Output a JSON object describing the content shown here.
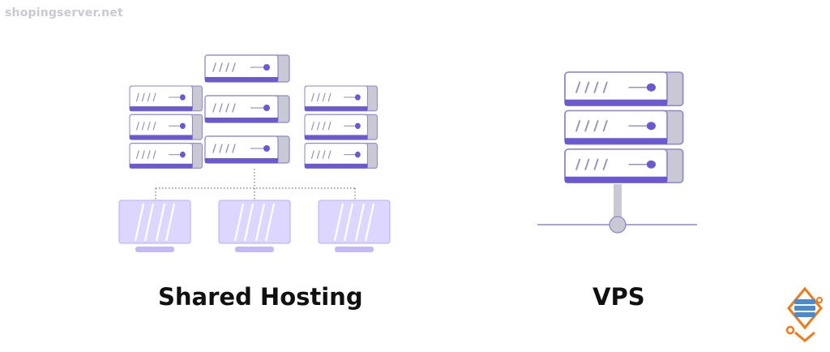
{
  "watermark": {
    "site": "shopingserver.net"
  },
  "sections": {
    "shared": {
      "label": "Shared Hosting"
    },
    "vps": {
      "label": "VPS"
    }
  },
  "colors": {
    "accent": "#6a59d1",
    "server_face": "#ffffff",
    "server_side": "#c9c9d6",
    "outline": "#8f87c6",
    "monitor_fill": "#ddd6ff",
    "monitor_stand": "#c4b8f5",
    "logo_orange": "#f07a1a",
    "logo_blue": "#4a8bd0"
  },
  "icons": {
    "servers": "server-rack-icon",
    "monitors": "monitor-icon",
    "logo": "shopingserver-logo-icon"
  }
}
